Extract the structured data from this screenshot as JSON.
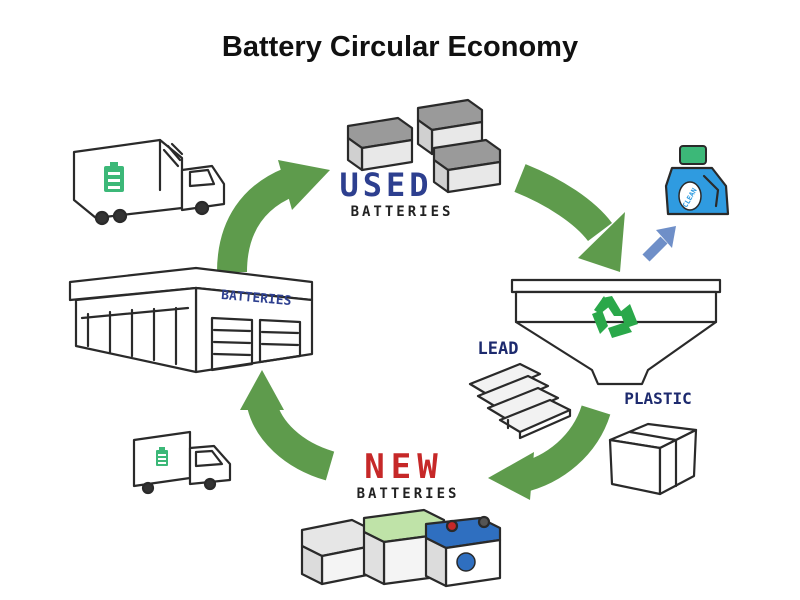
{
  "title": "Battery Circular Economy",
  "labels": {
    "used_main": "USED",
    "used_sub": "BATTERIES",
    "new_main": "NEW",
    "new_sub": "BATTERIES",
    "store_sign": "BATTERIES",
    "lead": "LEAD",
    "plastic": "PLASTIC",
    "bottle_label": "CLEAN"
  },
  "colors": {
    "arrow_green": "#5e9b4c",
    "arrow_blue": "#6f8fc8",
    "used_text": "#2d3f8f",
    "new_text": "#c62828",
    "recycle_green": "#2aa84a",
    "truck_logo": "#3cb878",
    "bottle_blue": "#2f9be0",
    "ink": "#2a2a2a"
  },
  "icons": [
    "truck-icon",
    "battery-icon",
    "recycle-icon",
    "detergent-bottle-icon",
    "store-icon",
    "hopper-icon",
    "crate-icon",
    "lead-plates-icon"
  ]
}
